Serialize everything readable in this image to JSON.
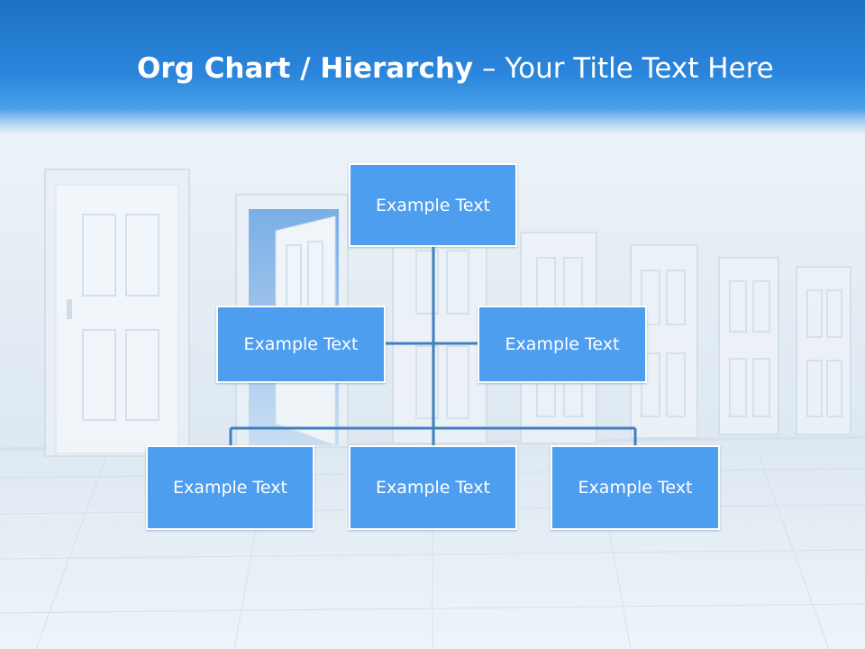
{
  "slide": {
    "title_bold": "Org Chart / Hierarchy",
    "title_separator": " – ",
    "title_rest": "Your Title Text Here"
  },
  "org_chart": {
    "root": {
      "label": "Example Text"
    },
    "middle": [
      {
        "label": "Example Text"
      },
      {
        "label": "Example Text"
      }
    ],
    "bottom": [
      {
        "label": "Example Text"
      },
      {
        "label": "Example Text"
      },
      {
        "label": "Example Text"
      }
    ]
  },
  "colors": {
    "header": "#2a86dc",
    "node_fill": "#4e9ef0",
    "node_border": "#ffffff",
    "connector": "#3f7fc0"
  }
}
